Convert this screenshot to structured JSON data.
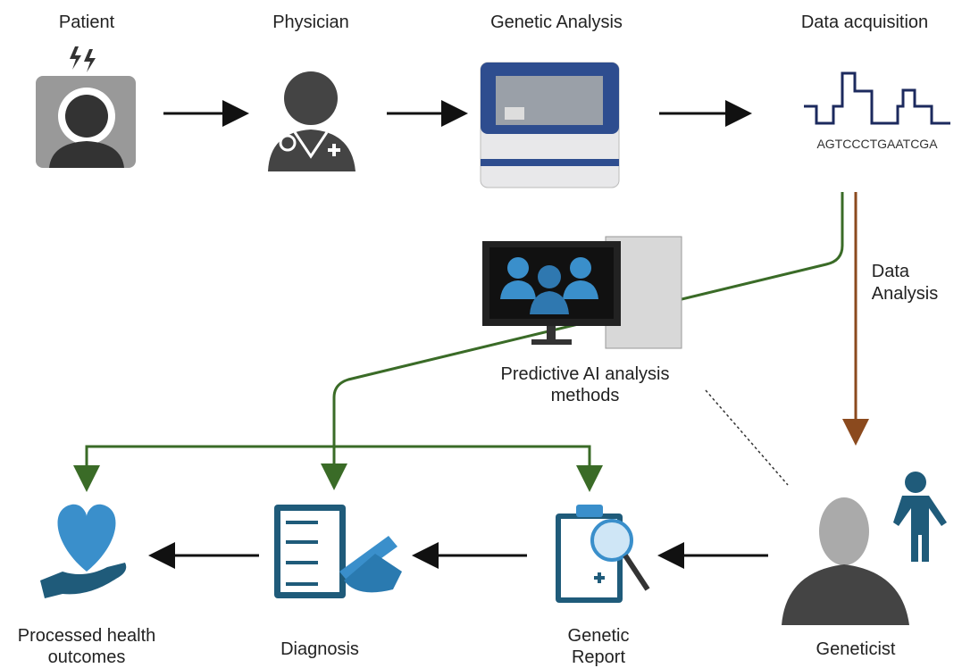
{
  "nodes": {
    "patient": "Patient",
    "physician": "Physician",
    "genetic_analysis": "Genetic Analysis",
    "data_acquisition": "Data acquisition",
    "sequence": "AGTCCCTGAATCGA",
    "data_analysis_line1": "Data",
    "data_analysis_line2": "Analysis",
    "ai_line1": "Predictive AI analysis",
    "ai_line2": "methods",
    "outcomes_line1": "Processed health",
    "outcomes_line2": "outcomes",
    "diagnosis": "Diagnosis",
    "report_line1": "Genetic",
    "report_line2": "Report",
    "geneticist": "Geneticist"
  },
  "colors": {
    "arrow": "#111111",
    "green": "#3a6b27",
    "brown": "#8b4a1e",
    "blue": "#3a8fcb",
    "navy": "#1c2a5e",
    "gray": "#555555"
  }
}
